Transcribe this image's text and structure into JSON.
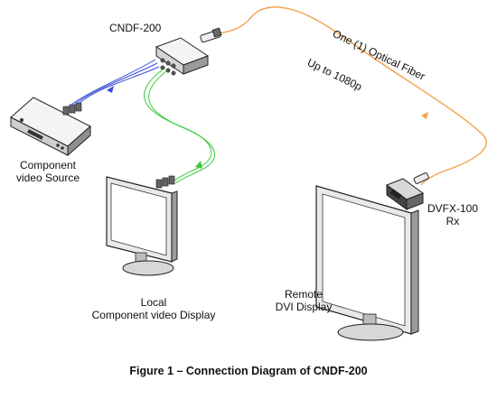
{
  "labels": {
    "cndf": "CNDF-200",
    "source_line1": "Component",
    "source_line2": "video Source",
    "local_line1": "Local",
    "local_line2": "Component video Display",
    "remote_line1": "Remote",
    "remote_line2": "DVI Display",
    "dvfx_line1": "DVFX-100",
    "dvfx_line2": "Rx",
    "fiber": "One (1) Optical Fiber",
    "resolution": "Up to 1080p"
  },
  "caption": "Figure 1 – Connection Diagram of CNDF-200",
  "colors": {
    "fiber": "#f4a24a",
    "component_cable": "#3a4fd8",
    "green_cable": "#3cc93c",
    "device": "#2a2a2a"
  }
}
